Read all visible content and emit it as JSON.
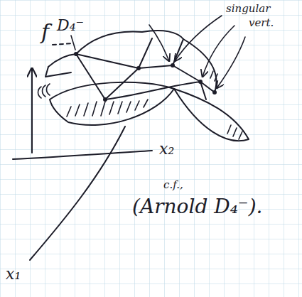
{
  "diagram": {
    "labels": [
      "f",
      "D₄⁻",
      "singular",
      "vert.",
      "x₂",
      "x₁",
      "c.f.,",
      "(Arnold D₄⁻)."
    ]
  }
}
